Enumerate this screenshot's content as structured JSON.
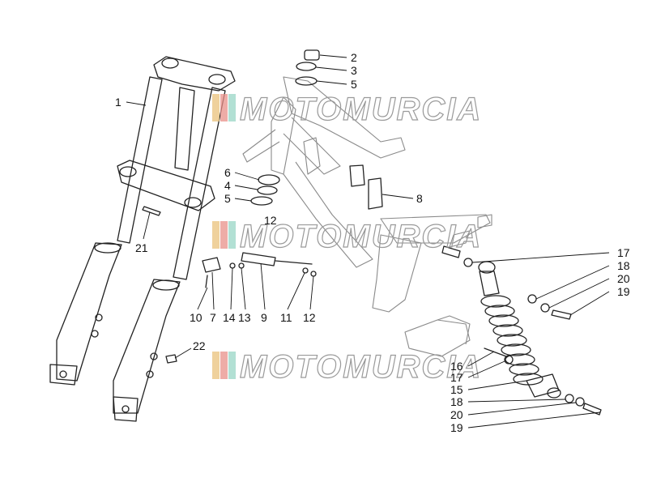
{
  "watermark": {
    "text": "MOTOMURCIA",
    "stripe_colors": [
      "#e9c27b",
      "#e8908a",
      "#98d6c5"
    ]
  },
  "callouts": [
    {
      "id": "c1",
      "text": "1"
    },
    {
      "id": "c2",
      "text": "2"
    },
    {
      "id": "c3",
      "text": "3"
    },
    {
      "id": "c5a",
      "text": "5"
    },
    {
      "id": "c6",
      "text": "6"
    },
    {
      "id": "c4",
      "text": "4"
    },
    {
      "id": "c5b",
      "text": "5"
    },
    {
      "id": "c12a",
      "text": "12"
    },
    {
      "id": "c8",
      "text": "8"
    },
    {
      "id": "c21",
      "text": "21"
    },
    {
      "id": "c10",
      "text": "10"
    },
    {
      "id": "c7",
      "text": "7"
    },
    {
      "id": "c14",
      "text": "14"
    },
    {
      "id": "c13",
      "text": "13"
    },
    {
      "id": "c9",
      "text": "9"
    },
    {
      "id": "c11",
      "text": "11"
    },
    {
      "id": "c12b",
      "text": "12"
    },
    {
      "id": "c22",
      "text": "22"
    },
    {
      "id": "c17a",
      "text": "17"
    },
    {
      "id": "c18a",
      "text": "18"
    },
    {
      "id": "c20a",
      "text": "20"
    },
    {
      "id": "c19a",
      "text": "19"
    },
    {
      "id": "c16",
      "text": "16"
    },
    {
      "id": "c17b",
      "text": "17"
    },
    {
      "id": "c15",
      "text": "15"
    },
    {
      "id": "c18b",
      "text": "18"
    },
    {
      "id": "c20b",
      "text": "20"
    },
    {
      "id": "c19b",
      "text": "19"
    }
  ]
}
